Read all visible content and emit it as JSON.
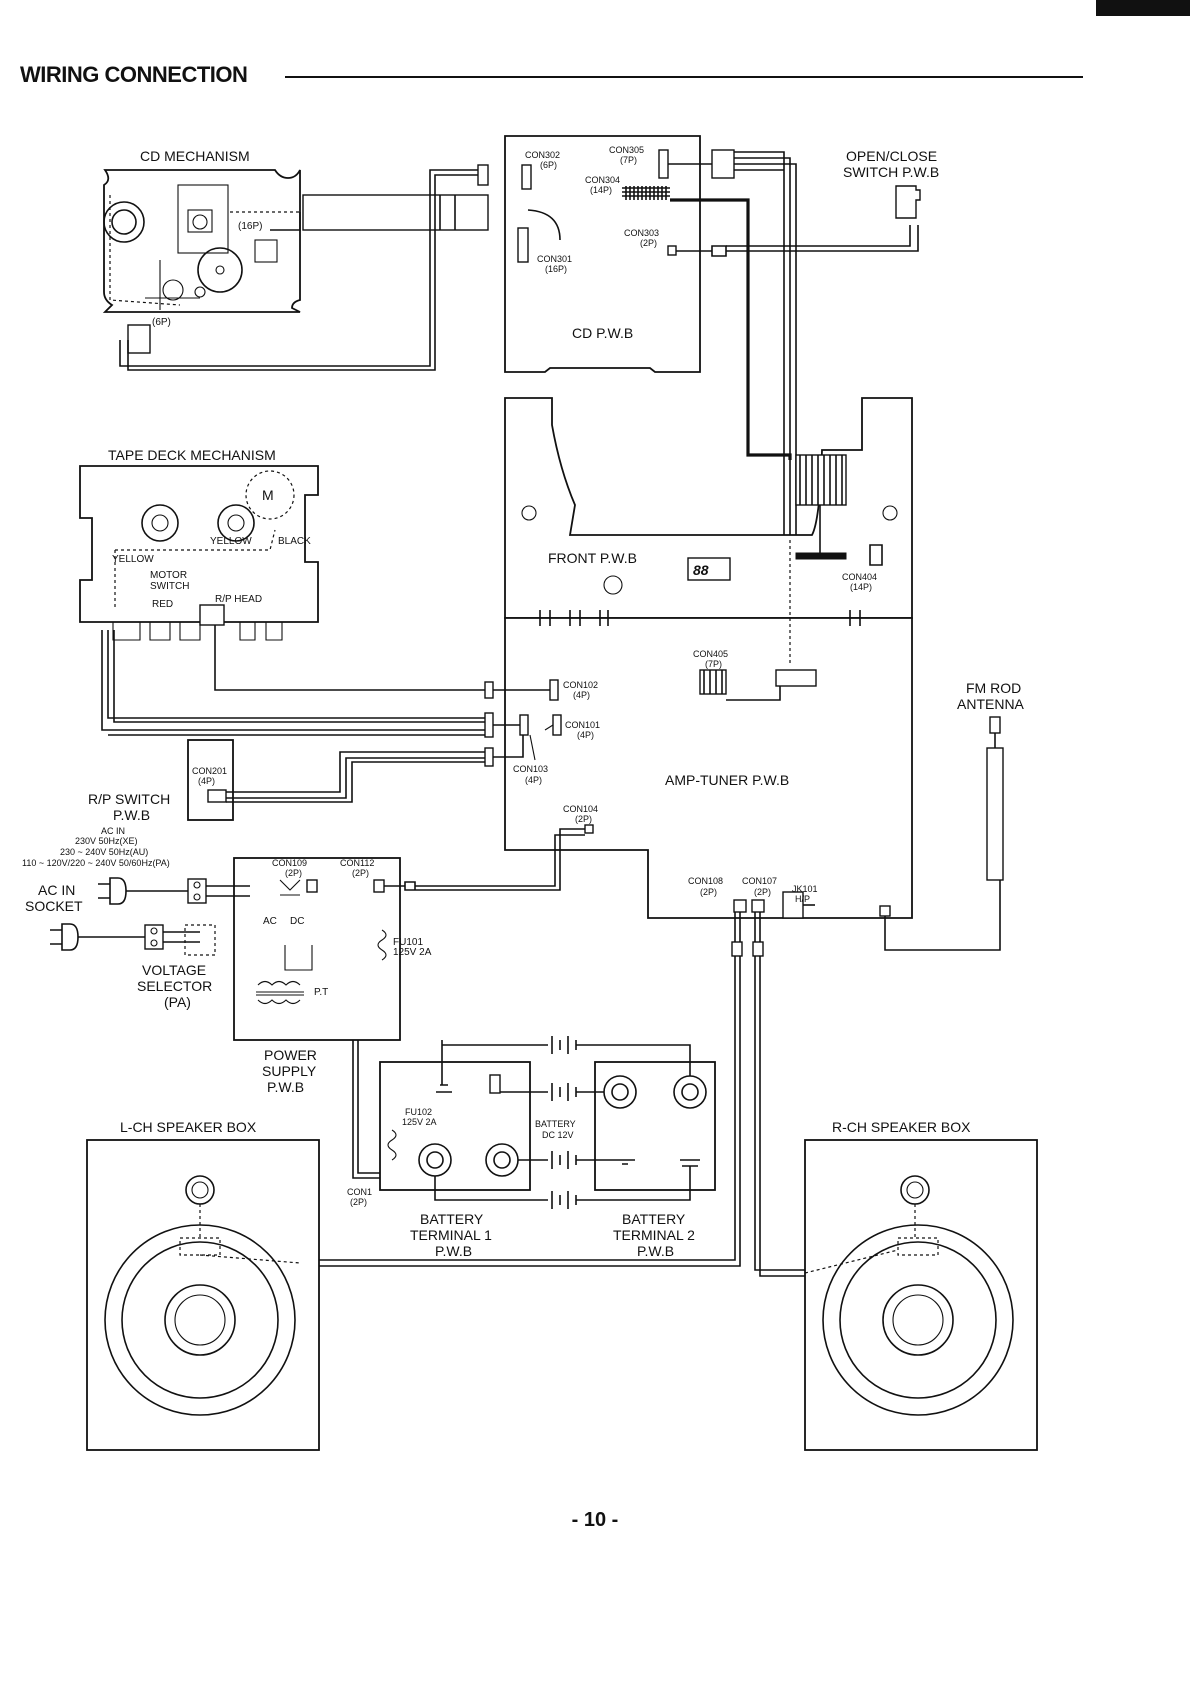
{
  "header": {
    "title": "WIRING CONNECTION"
  },
  "footer": {
    "page_number": "- 10 -"
  },
  "labels": {
    "cd_mechanism": "CD MECHANISM",
    "cd_pin16": "(16P)",
    "cd_pin6": "(6P)",
    "con302": "CON302",
    "con302_pins": "(6P)",
    "con305": "CON305",
    "con305_pins": "(7P)",
    "con304": "CON304",
    "con304_pins": "(14P)",
    "con303": "CON303",
    "con303_pins": "(2P)",
    "con301": "CON301",
    "con301_pins": "(16P)",
    "cd_pwb": "CD P.W.B",
    "open_close_1": "OPEN/CLOSE",
    "open_close_2": "SWITCH P.W.B",
    "tape_deck": "TAPE DECK MECHANISM",
    "motor": "M",
    "yellow_1": "YELLOW",
    "black": "BLACK",
    "yellow_2": "YELLOW",
    "motor_switch_1": "MOTOR",
    "motor_switch_2": "SWITCH",
    "red": "RED",
    "rp_head": "R/P HEAD",
    "front_pwb": "FRONT P.W.B",
    "con404": "CON404",
    "con404_pins": "(14P)",
    "con405": "CON405",
    "con405_pins": "(7P)",
    "fm_rod_1": "FM ROD",
    "fm_rod_2": "ANTENNA",
    "con102": "CON102",
    "con102_pins": "(4P)",
    "con101": "CON101",
    "con101_pins": "(4P)",
    "con103": "CON103",
    "con103_pins": "(4P)",
    "amp_tuner": "AMP-TUNER P.W.B",
    "con201": "CON201",
    "con201_pins": "(4P)",
    "rp_switch_1": "R/P SWITCH",
    "rp_switch_2": "P.W.B",
    "con104": "CON104",
    "con104_pins": "(2P)",
    "ac_in_spec_1": "AC IN",
    "ac_in_spec_2": "230V 50Hz(XE)",
    "ac_in_spec_3": "230 ~ 240V 50Hz(AU)",
    "ac_in_spec_4": "110 ~ 120V/220 ~ 240V 50/60Hz(PA)",
    "con109": "CON109",
    "con109_pins": "(2P)",
    "con112": "CON112",
    "con112_pins": "(2P)",
    "ac_in_socket_1": "AC IN",
    "ac_in_socket_2": "SOCKET",
    "ac": "AC",
    "dc": "DC",
    "fu101": "FU101",
    "fu101_rating": "125V 2A",
    "pt": "P.T",
    "voltage_selector_1": "VOLTAGE",
    "voltage_selector_2": "SELECTOR",
    "voltage_selector_3": "(PA)",
    "con108": "CON108",
    "con108_pins": "(2P)",
    "con107": "CON107",
    "con107_pins": "(2P)",
    "jk101": "JK101",
    "hp": "H/P",
    "power_supply_1": "POWER",
    "power_supply_2": "SUPPLY",
    "power_supply_3": "P.W.B",
    "fu102": "FU102",
    "fu102_rating": "125V 2A",
    "battery_1": "BATTERY",
    "battery_2": "DC 12V",
    "con1": "CON1",
    "con1_pins": "(2P)",
    "bt1_1": "BATTERY",
    "bt1_2": "TERMINAL 1",
    "bt1_3": "P.W.B",
    "bt2_1": "BATTERY",
    "bt2_2": "TERMINAL 2",
    "bt2_3": "P.W.B",
    "lch_speaker": "L-CH SPEAKER BOX",
    "rch_speaker": "R-CH SPEAKER BOX"
  }
}
